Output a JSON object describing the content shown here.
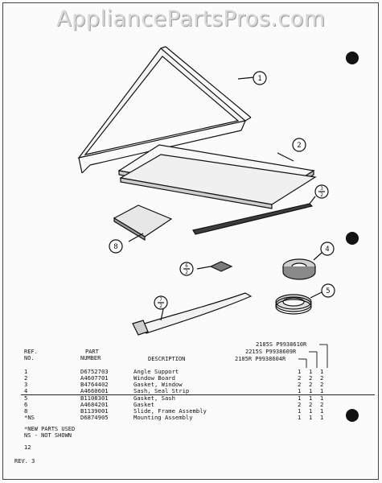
{
  "watermark": "AppliancePartsPros.com",
  "callouts": {
    "c1": "1",
    "c2": "2",
    "c3a": "3",
    "c3b": "2",
    "c4": "4",
    "c5": "5",
    "c6a": "6",
    "c6b": "2",
    "c7a": "7",
    "c7b": "2",
    "c8": "8"
  },
  "table": {
    "models": [
      "2185S P9938610R",
      "2215S P9938609R",
      "2185R P9938604R"
    ],
    "headers": {
      "ref_line1": "REF.",
      "ref_line2": "NO.",
      "part_line1": "PART",
      "part_line2": "NUMBER",
      "description": "DESCRIPTION"
    },
    "rows": [
      {
        "ref": "1",
        "part": "D6752703",
        "desc": "Angle Support",
        "q": [
          "1",
          "1",
          "1"
        ]
      },
      {
        "ref": "2",
        "part": "A4607701",
        "desc": "Window Board",
        "q": [
          "2",
          "2",
          "2"
        ]
      },
      {
        "ref": "3",
        "part": "B4764402",
        "desc": "Gasket, Window",
        "q": [
          "2",
          "2",
          "2"
        ]
      },
      {
        "ref": "4",
        "part": "A4660601",
        "desc": "Sash, Seal Strip",
        "q": [
          "1",
          "1",
          "1"
        ]
      },
      {
        "ref": "5",
        "part": "B1108301",
        "desc": "Gasket, Sash",
        "q": [
          "1",
          "1",
          "1"
        ]
      },
      {
        "ref": "6",
        "part": "A4684201",
        "desc": "Gasket",
        "q": [
          "2",
          "2",
          "2"
        ]
      },
      {
        "ref": "8",
        "part": "B1139001",
        "desc": "Slide, Frame Assembly",
        "q": [
          "1",
          "1",
          "1"
        ]
      },
      {
        "ref": "*NS",
        "part": "D6874905",
        "desc": "Mounting Assembly",
        "q": [
          "1",
          "1",
          "1"
        ]
      }
    ],
    "notes": [
      "*NEW PARTS USED",
      "NS - NOT SHOWN"
    ]
  },
  "page_number": "12",
  "revision": "REV. 3"
}
